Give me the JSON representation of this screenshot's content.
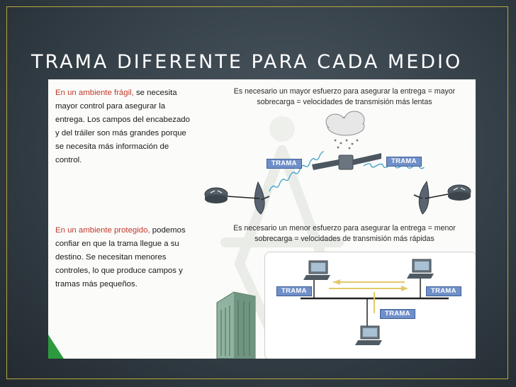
{
  "slide": {
    "title": "TRAMA DIFERENTE PARA CADA MEDIO"
  },
  "fragile": {
    "lead": "En un ambiente frágil,",
    "body": "se necesita mayor control para asegurar la entrega. Los campos del encabezado y del tráiler son más grandes porque se necesita más información de control.",
    "caption_line1": "Es necesario un mayor esfuerzo para asegurar la entrega = mayor",
    "caption_line2": "sobrecarga = velocidades de transmisión más lentas",
    "frame_left": "TRAMA",
    "frame_right": "TRAMA"
  },
  "protected": {
    "lead": "En un ambiente protegido,",
    "body": "podemos confiar en que la trama llegue a su destino. Se necesitan menores controles, lo que produce campos y tramas más pequeños.",
    "caption_line1": "Es necesario un menor esfuerzo para asegurar la entrega = menor",
    "caption_line2": "sobrecarga = velocidades de transmisión más rápidas",
    "frame_left": "TRAMA",
    "frame_right": "TRAMA",
    "frame_bottom": "TRAMA"
  },
  "colors": {
    "accent": "#b9a73a",
    "lead_text": "#c0392b",
    "frame_label": "#6f8fc8"
  }
}
